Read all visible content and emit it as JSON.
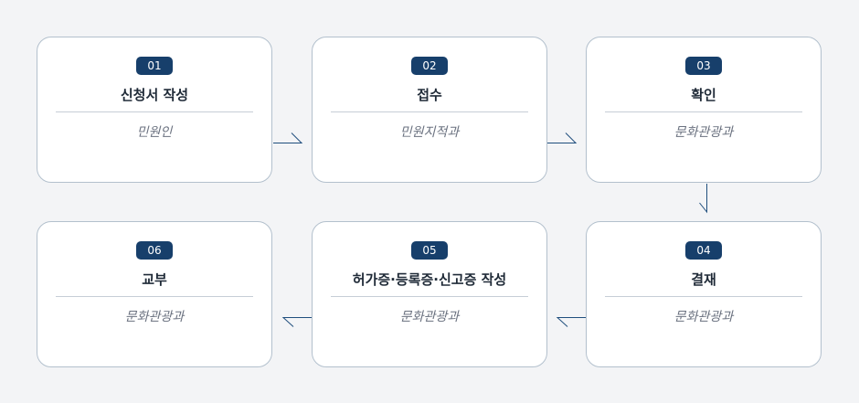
{
  "steps": [
    {
      "num": "01",
      "title": "신청서 작성",
      "dept": "민원인"
    },
    {
      "num": "02",
      "title": "접수",
      "dept": "민원지적과"
    },
    {
      "num": "03",
      "title": "확인",
      "dept": "문화관광과"
    },
    {
      "num": "04",
      "title": "결재",
      "dept": "문화관광과"
    },
    {
      "num": "05",
      "title": "허가증·등록증·신고증 작성",
      "dept": "문화관광과"
    },
    {
      "num": "06",
      "title": "교부",
      "dept": "문화관광과"
    }
  ],
  "colors": {
    "badge": "#173f6b",
    "border": "#b3c0cd",
    "arrow": "#1f4e7d",
    "background": "#f3f4f6"
  }
}
